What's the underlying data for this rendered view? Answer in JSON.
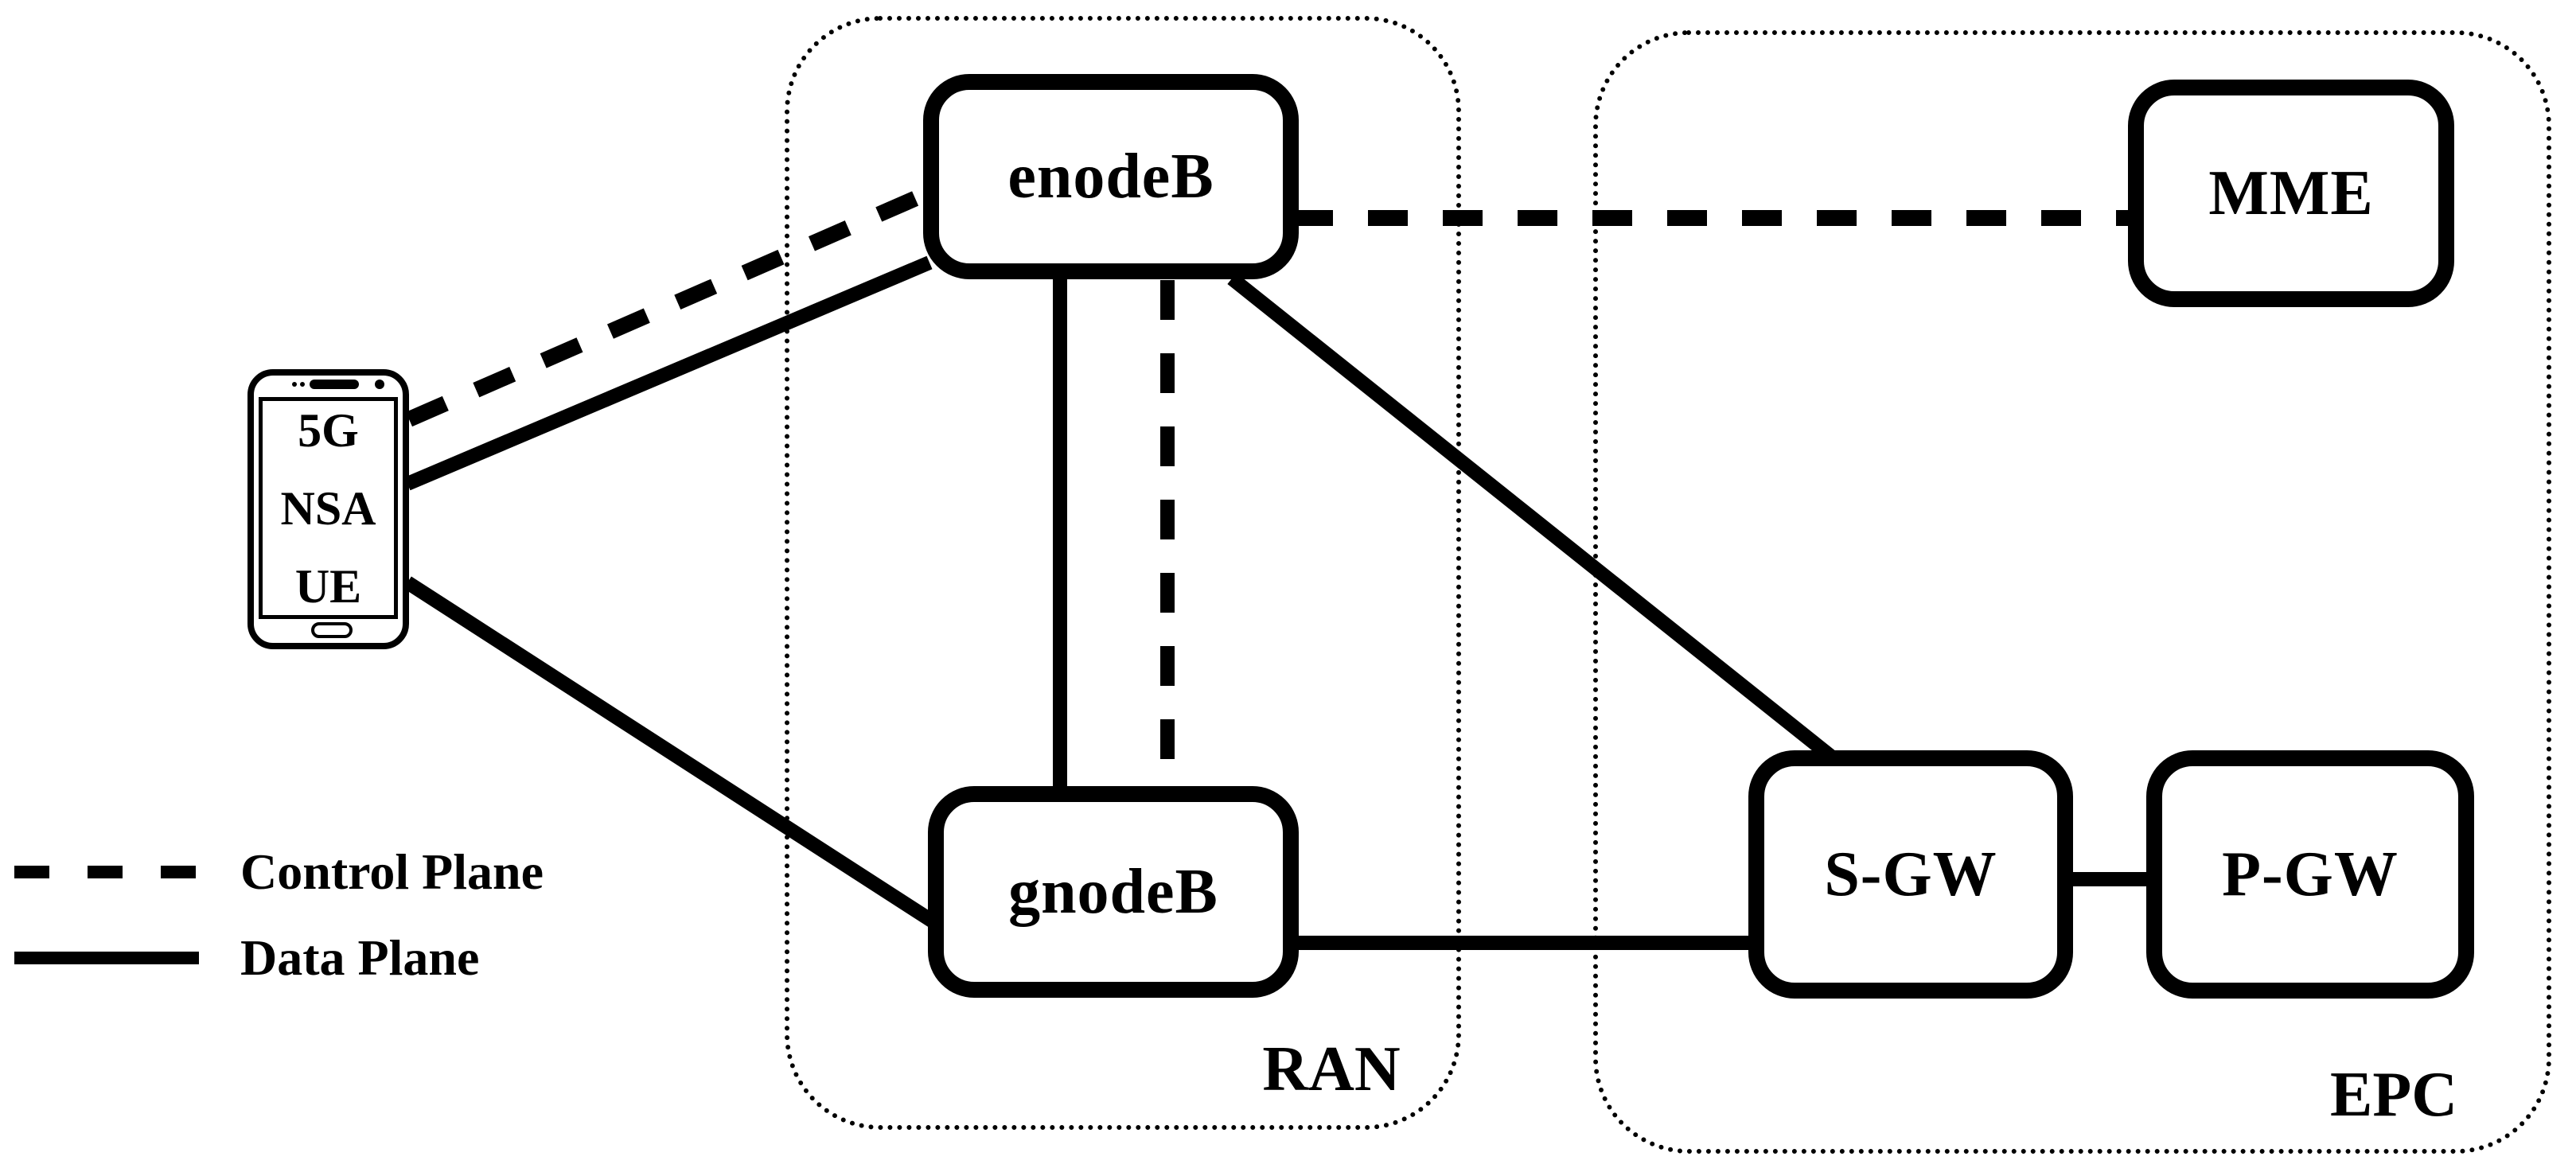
{
  "ue": {
    "lines": [
      "5G",
      "NSA",
      "UE"
    ]
  },
  "nodes": {
    "enodeb": "enodeB",
    "gnodeb": "gnodeB",
    "mme": "MME",
    "sgw": "S-GW",
    "pgw": "P-GW"
  },
  "groups": {
    "ran": "RAN",
    "epc": "EPC"
  },
  "legend": {
    "control": {
      "label": "Control Plane",
      "style": "dashed"
    },
    "data": {
      "label": "Data Plane",
      "style": "solid"
    }
  },
  "links": [
    {
      "from": "5G NSA UE",
      "to": "enodeB",
      "plane": "control"
    },
    {
      "from": "5G NSA UE",
      "to": "enodeB",
      "plane": "data"
    },
    {
      "from": "5G NSA UE",
      "to": "gnodeB",
      "plane": "data"
    },
    {
      "from": "enodeB",
      "to": "gnodeB",
      "plane": "data"
    },
    {
      "from": "enodeB",
      "to": "gnodeB",
      "plane": "control"
    },
    {
      "from": "enodeB",
      "to": "MME",
      "plane": "control"
    },
    {
      "from": "enodeB",
      "to": "S-GW",
      "plane": "data"
    },
    {
      "from": "gnodeB",
      "to": "S-GW",
      "plane": "data"
    },
    {
      "from": "S-GW",
      "to": "P-GW",
      "plane": "data"
    }
  ],
  "colors": {
    "ink": "#000000",
    "paper": "#ffffff"
  }
}
